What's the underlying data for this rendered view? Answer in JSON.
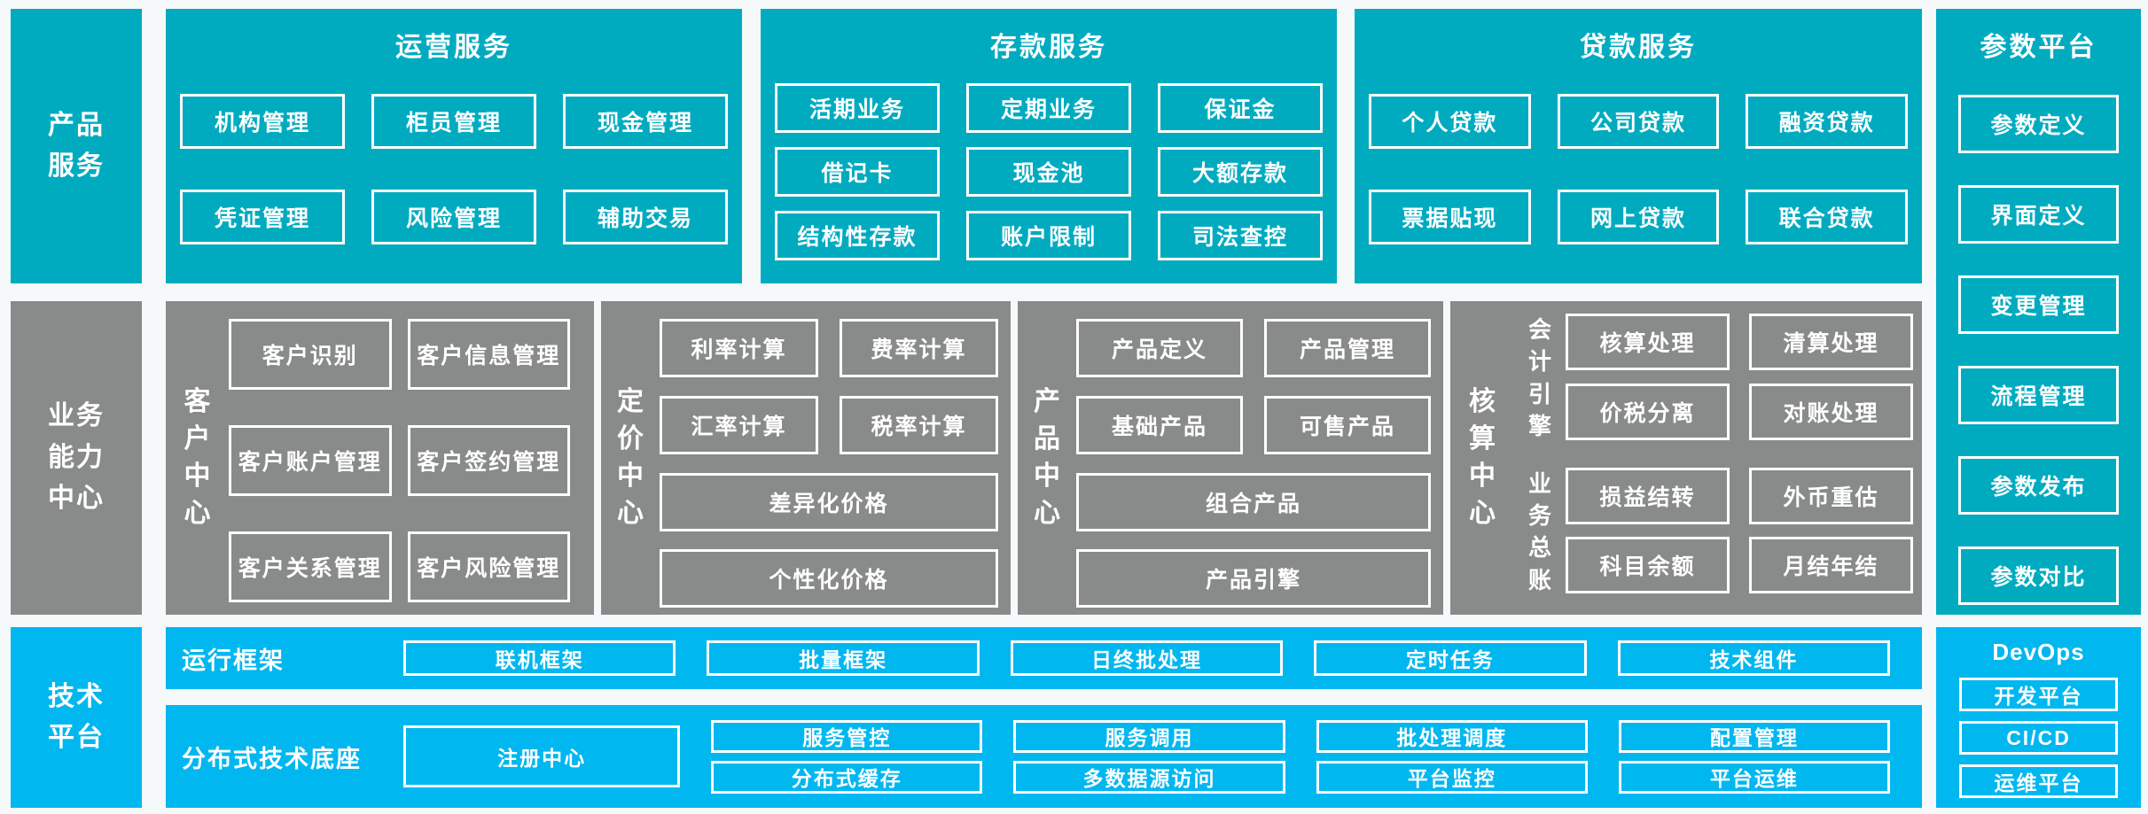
{
  "palette": {
    "teal": "#00ABC0",
    "gray": "#898B8B",
    "light_blue": "#00B7F0",
    "box_border": "#FFFFFF",
    "text": "#FFFFFF",
    "background": "#F6F9FA"
  },
  "rails": {
    "product_services": [
      "产品",
      "服务"
    ],
    "business_capability": [
      "业务",
      "能力",
      "中心"
    ],
    "tech_platform": [
      "技术",
      "平台"
    ]
  },
  "operations": {
    "title": "运营服务",
    "items": [
      "机构管理",
      "柜员管理",
      "现金管理",
      "凭证管理",
      "风险管理",
      "辅助交易"
    ]
  },
  "deposits": {
    "title": "存款服务",
    "items": [
      "活期业务",
      "定期业务",
      "保证金",
      "借记卡",
      "现金池",
      "大额存款",
      "结构性存款",
      "账户限制",
      "司法查控"
    ]
  },
  "loans": {
    "title": "贷款服务",
    "items": [
      "个人贷款",
      "公司贷款",
      "融资贷款",
      "票据贴现",
      "网上贷款",
      "联合贷款"
    ]
  },
  "param_platform": {
    "title": "参数平台",
    "items": [
      "参数定义",
      "界面定义",
      "变更管理",
      "流程管理",
      "参数发布",
      "参数对比"
    ]
  },
  "customer_center": {
    "label": "客户中心",
    "items": [
      "客户识别",
      "客户信息管理",
      "客户账户管理",
      "客户签约管理",
      "客户关系管理",
      "客户风险管理"
    ]
  },
  "pricing_center": {
    "label": "定价中心",
    "grid_items": [
      "利率计算",
      "费率计算",
      "汇率计算",
      "税率计算"
    ],
    "wide_items": [
      "差异化价格",
      "个性化价格"
    ]
  },
  "product_center": {
    "label": "产品中心",
    "grid_items": [
      "产品定义",
      "产品管理",
      "基础产品",
      "可售产品"
    ],
    "wide_items": [
      "组合产品",
      "产品引擎"
    ]
  },
  "accounting_center": {
    "label": "核算中心",
    "groups": [
      {
        "label": "会计引擎",
        "items": [
          "核算处理",
          "清算处理",
          "价税分离",
          "对账处理"
        ]
      },
      {
        "label": "业务总账",
        "items": [
          "损益结转",
          "外币重估",
          "科目余额",
          "月结年结"
        ]
      }
    ]
  },
  "runtime_framework": {
    "label": "运行框架",
    "items": [
      "联机框架",
      "批量框架",
      "日终批处理",
      "定时任务",
      "技术组件"
    ]
  },
  "distributed_base": {
    "label": "分布式技术底座",
    "registry": "注册中心",
    "columns": [
      [
        "服务管控",
        "分布式缓存"
      ],
      [
        "服务调用",
        "多数据源访问"
      ],
      [
        "批处理调度",
        "平台监控"
      ],
      [
        "配置管理",
        "平台运维"
      ]
    ]
  },
  "devops": {
    "title": "DevOps",
    "items": [
      "开发平台",
      "CI/CD",
      "运维平台"
    ]
  }
}
